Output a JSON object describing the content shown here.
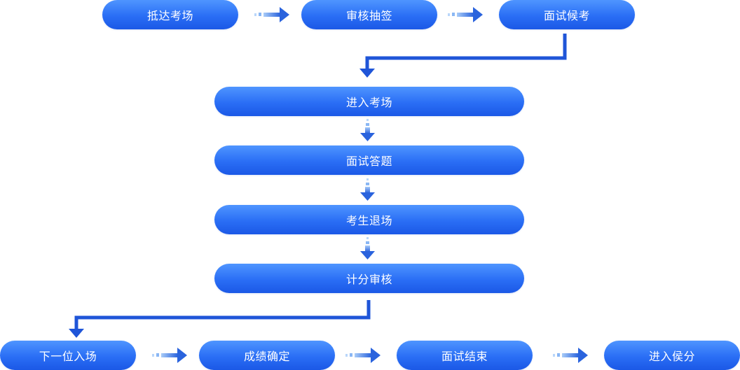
{
  "flow": {
    "steps": [
      {
        "id": "arrive",
        "label": "抵达考场"
      },
      {
        "id": "review-draw",
        "label": "审核抽签"
      },
      {
        "id": "wait",
        "label": "面试候考"
      },
      {
        "id": "enter-room",
        "label": "进入考场"
      },
      {
        "id": "answer",
        "label": "面试答题"
      },
      {
        "id": "exit-room",
        "label": "考生退场"
      },
      {
        "id": "score-review",
        "label": "计分审核"
      },
      {
        "id": "next-enter",
        "label": "下一位入场"
      },
      {
        "id": "confirm-score",
        "label": "成绩确定"
      },
      {
        "id": "end",
        "label": "面试结束"
      },
      {
        "id": "wait-score",
        "label": "进入侯分"
      }
    ],
    "colors": {
      "node_top": "#4f95ff",
      "node_bottom": "#1b58e6",
      "connector": "#1f55d8",
      "dash": "#7fb0f2"
    }
  }
}
